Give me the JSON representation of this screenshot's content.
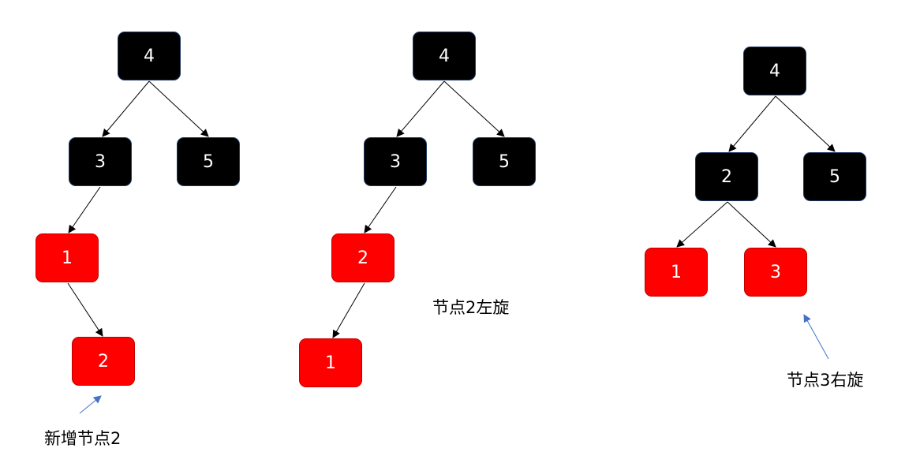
{
  "colors": {
    "black_node": "#000000",
    "red_node": "#ff0000",
    "edge": "#000000",
    "pointer_arrow": "#4472c4"
  },
  "tree1": {
    "root": "4",
    "left": "3",
    "right": "5",
    "left_left": "1",
    "left_left_right": "2"
  },
  "tree2": {
    "root": "4",
    "left": "3",
    "right": "5",
    "left_left": "2",
    "left_left_left": "1"
  },
  "tree3": {
    "root": "4",
    "left": "2",
    "right": "5",
    "left_left": "1",
    "left_right": "3"
  },
  "captions": {
    "new_node": "新增节点2",
    "rotate_left": "节点2左旋",
    "rotate_right": "节点3右旋"
  }
}
